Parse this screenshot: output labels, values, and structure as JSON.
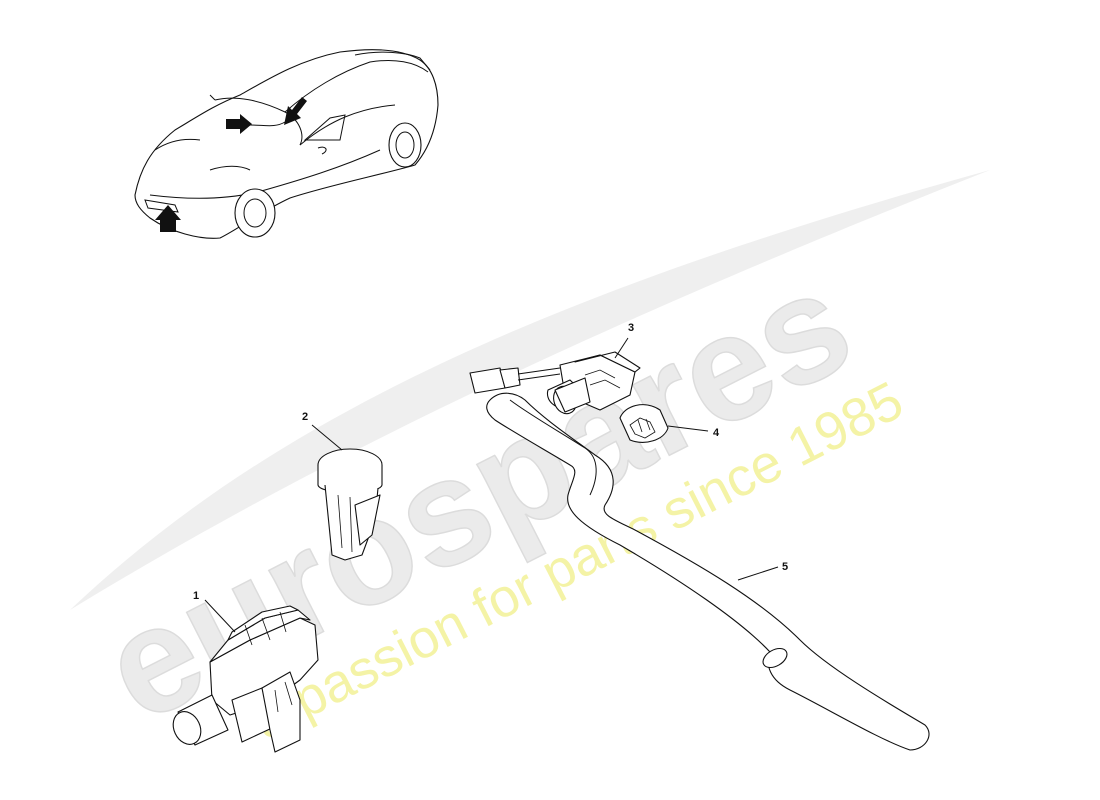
{
  "watermark": {
    "brand": "eurospares",
    "tagline": "a passion for parts since 1985"
  },
  "callouts": [
    {
      "id": "1",
      "label": "1"
    },
    {
      "id": "2",
      "label": "2"
    },
    {
      "id": "3",
      "label": "3"
    },
    {
      "id": "4",
      "label": "4"
    },
    {
      "id": "5",
      "label": "5"
    }
  ],
  "locator": {
    "arrows": 3,
    "icon": "car-locator-icon"
  },
  "colors": {
    "line": "#111111",
    "watermark_gray": "#ebebeb",
    "watermark_yellow": "#f4f3a6"
  }
}
